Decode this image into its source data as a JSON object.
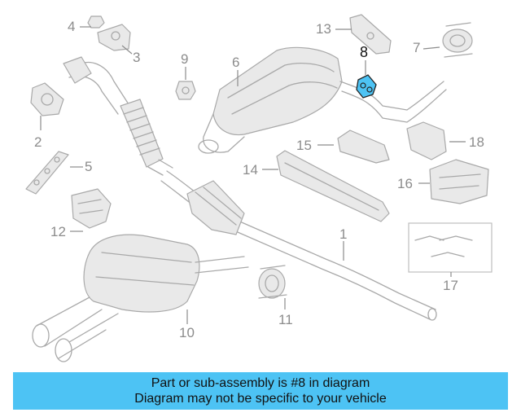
{
  "callouts": {
    "c1": "1",
    "c2": "2",
    "c3": "3",
    "c4": "4",
    "c5": "5",
    "c6": "6",
    "c7": "7",
    "c8": "8",
    "c9": "9",
    "c10": "10",
    "c11": "11",
    "c12": "12",
    "c13": "13",
    "c14": "14",
    "c15": "15",
    "c16": "16",
    "c17": "17",
    "c18": "18"
  },
  "highlight": {
    "part": "8",
    "color": "#4dc3f4"
  },
  "banner": {
    "line1": "Part or sub-assembly is #8 in diagram",
    "line2": "Diagram may not be specific to your vehicle",
    "background": "#4dc3f4"
  }
}
